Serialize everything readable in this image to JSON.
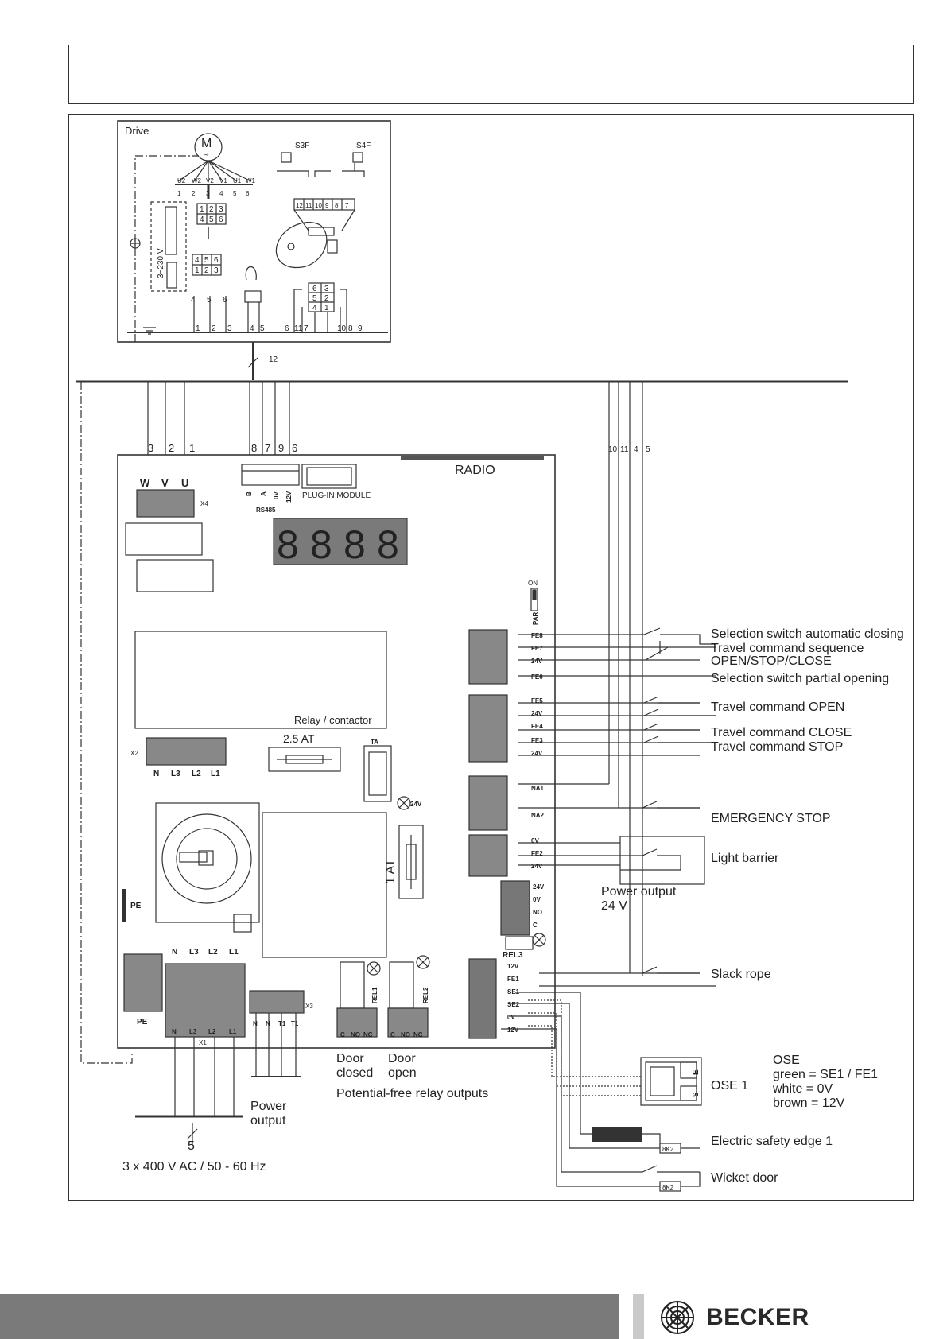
{
  "drive": {
    "title": "Drive",
    "motor": "M",
    "motor_symbol": "≈",
    "limit_switch_left": "S3F",
    "limit_switch_right": "S4F",
    "voltage": "3~230 V",
    "winding_labels": [
      "U2",
      "W2",
      "V2",
      "V1",
      "U1",
      "W1"
    ],
    "winding_numbers": [
      "1",
      "2",
      "3",
      "4",
      "5",
      "6"
    ],
    "connector_upper": [
      "1",
      "2",
      "3",
      "4",
      "5",
      "6"
    ],
    "connector_lower": [
      "4",
      "5",
      "6",
      "1",
      "2",
      "3"
    ],
    "limit_terminals": [
      "12",
      "11",
      "10",
      "9",
      "8",
      "7"
    ],
    "plug_grid": [
      "6",
      "3",
      "5",
      "2",
      "4",
      "1"
    ],
    "wire_456": [
      "4",
      "5",
      "6"
    ],
    "bottom_numbers": [
      "1",
      "2",
      "3",
      "4",
      "5",
      "6",
      "11",
      "7",
      "10",
      "8",
      "9"
    ],
    "bus_count": "12"
  },
  "bus_wires": {
    "left": [
      "3",
      "2",
      "1",
      "8",
      "7",
      "9",
      "6"
    ],
    "right": [
      "10",
      "11",
      "4",
      "5"
    ]
  },
  "board": {
    "radio": "RADIO",
    "motor_terminals": [
      "W",
      "V",
      "U"
    ],
    "x4": "X4",
    "rs485_pins": [
      "B",
      "A",
      "0V",
      "12V"
    ],
    "rs485": "RS485",
    "plugin": "PLUG-IN MODULE",
    "display_digits": [
      "8",
      "8",
      "8",
      "8"
    ],
    "par_on": "ON",
    "par": "PAR",
    "relay": "Relay / contactor",
    "x2": "X2",
    "x2_terminals": [
      "N",
      "L3",
      "L2",
      "L1"
    ],
    "fuse1": "2.5  AT",
    "ta": "TA",
    "lamp24": "24V",
    "fuse2": "1 AT",
    "pe_left": "PE",
    "mains_top": [
      "N",
      "L3",
      "L2",
      "L1"
    ],
    "mains_bottom": [
      "N",
      "L3",
      "L2",
      "L1"
    ],
    "x1": "X1",
    "pe_block": "PE",
    "x3": "X3",
    "x3_terminals": [
      "N",
      "N",
      "T1",
      "T1"
    ],
    "rel1": "REL1",
    "rel2": "REL2",
    "relay_pins": [
      "C",
      "NO",
      "NC"
    ],
    "rel3": "REL3",
    "rel3_pins": [
      "24V",
      "0V",
      "NO",
      "C"
    ],
    "inputs_a": [
      "FE8",
      "FE7",
      "24V",
      "FE6"
    ],
    "inputs_b": [
      "FE5",
      "24V",
      "FE4",
      "FE3",
      "24V"
    ],
    "inputs_c": [
      "NA1",
      "NA2"
    ],
    "inputs_d": [
      "0V",
      "FE2",
      "24V"
    ],
    "inputs_e": [
      "12V",
      "FE1",
      "SE1",
      "SE2",
      "0V",
      "12V"
    ]
  },
  "labels": {
    "auto_close": "Selection switch automatic closing",
    "sequence": "Travel command sequence",
    "sequence2": "OPEN/STOP/CLOSE",
    "partial": "Selection switch partial opening",
    "open": "Travel command OPEN",
    "close": "Travel command CLOSE",
    "stop": "Travel command STOP",
    "emergency": "EMERGENCY STOP",
    "light_barrier": "Light barrier",
    "power_out": "Power output",
    "power_out_v": "24 V",
    "slack_rope": "Slack rope",
    "ose_title": "OSE",
    "ose_green": "green = SE1 / FE1",
    "ose_white": "white = 0V",
    "ose_brown": "brown = 12V",
    "ose1": "OSE 1",
    "ose_e": "E",
    "ose_s": "S",
    "safety_edge": "Electric safety edge 1",
    "wicket": "Wicket door",
    "resistor": "8K2",
    "door_closed": "Door\nclosed",
    "door_closed_1": "Door",
    "door_closed_2": "closed",
    "door_open_1": "Door",
    "door_open_2": "open",
    "potential_free": "Potential-free relay outputs",
    "power_output_1": "Power",
    "power_output_2": "output",
    "mains_count": "5",
    "mains": "3 x 400 V AC / 50 - 60 Hz"
  },
  "footer": {
    "brand": "BECKER"
  }
}
